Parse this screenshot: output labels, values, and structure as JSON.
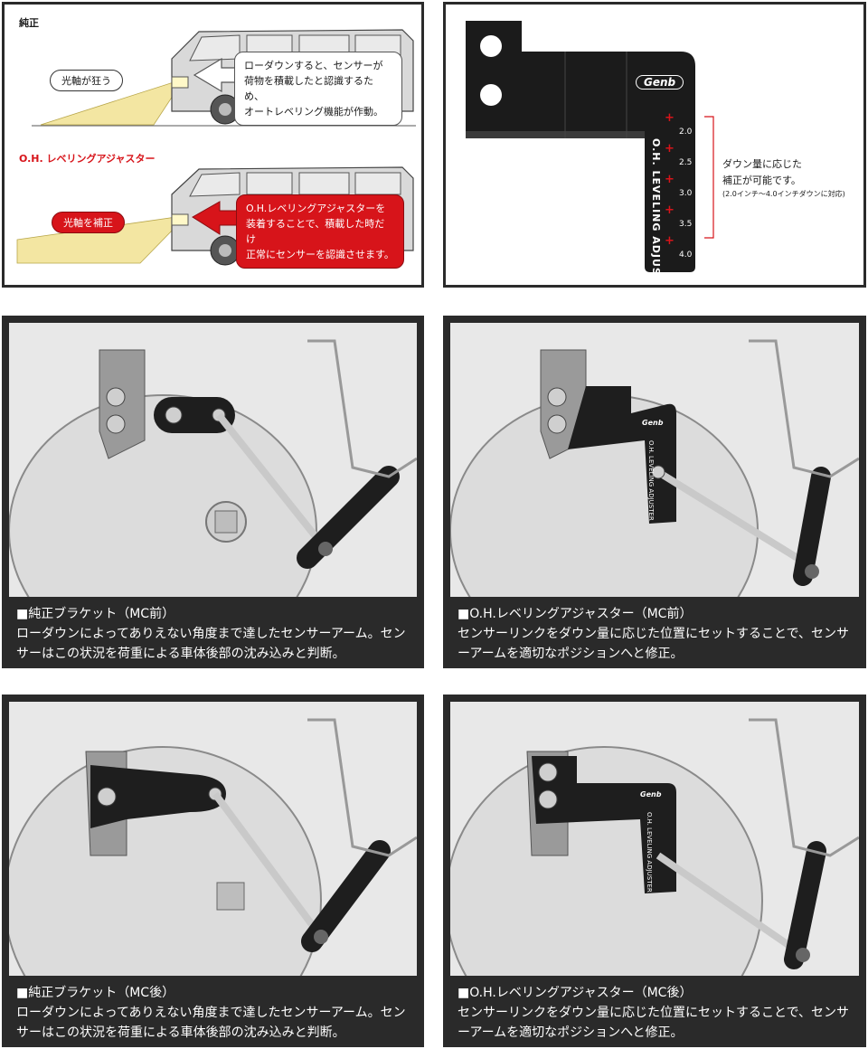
{
  "top_left": {
    "section1_label": "純正",
    "section1_pill": "光軸が狂う",
    "section1_bubble": [
      "ローダウンすると、センサーが",
      "荷物を積載したと認識するため、",
      "オートレベリング機能が作動。"
    ],
    "section2_label": "O.H. レベリングアジャスター",
    "section2_pill": "光軸を補正",
    "section2_bubble": [
      "O.H.レベリングアジャスターを",
      "装着することで、積載した時だけ",
      "正常にセンサーを認識させます。"
    ],
    "colors": {
      "accent_red": "#d7141a",
      "beam_yellow": "#f3e6a2"
    }
  },
  "top_right": {
    "plate_vertical_text": "O.H. LEVELING ADJUSTER",
    "logo_text": "Genb",
    "scale": [
      "2.0",
      "2.5",
      "3.0",
      "3.5",
      "4.0"
    ],
    "note_line1": "ダウン量に応じた",
    "note_line2": "補正が可能です。",
    "note_small": "(2.0インチ〜4.0インチダウンに対応)"
  },
  "photos": [
    {
      "title": "■純正ブラケット（MC前）",
      "text": "ローダウンによってありえない角度まで達したセンサーアーム。センサーはこの状況を荷重による車体後部の沈み込みと判断。"
    },
    {
      "title": "■O.H.レベリングアジャスター（MC前）",
      "text": "センサーリンクをダウン量に応じた位置にセットすることで、センサーアームを適切なポジションへと修正。"
    },
    {
      "title": "■純正ブラケット（MC後）",
      "text": "ローダウンによってありえない角度まで達したセンサーアーム。センサーはこの状況を荷重による車体後部の沈み込みと判断。"
    },
    {
      "title": "■O.H.レベリングアジャスター（MC後）",
      "text": "センサーリンクをダウン量に応じた位置にセットすることで、センサーアームを適切なポジションへと修正。"
    }
  ],
  "illustration_plate": {
    "vertical_text": "O.H. LEVELING ADJUSTER",
    "logo_text": "Genb",
    "scale": [
      "2.0",
      "2.5",
      "3.0",
      "3.5",
      "4.0"
    ]
  }
}
